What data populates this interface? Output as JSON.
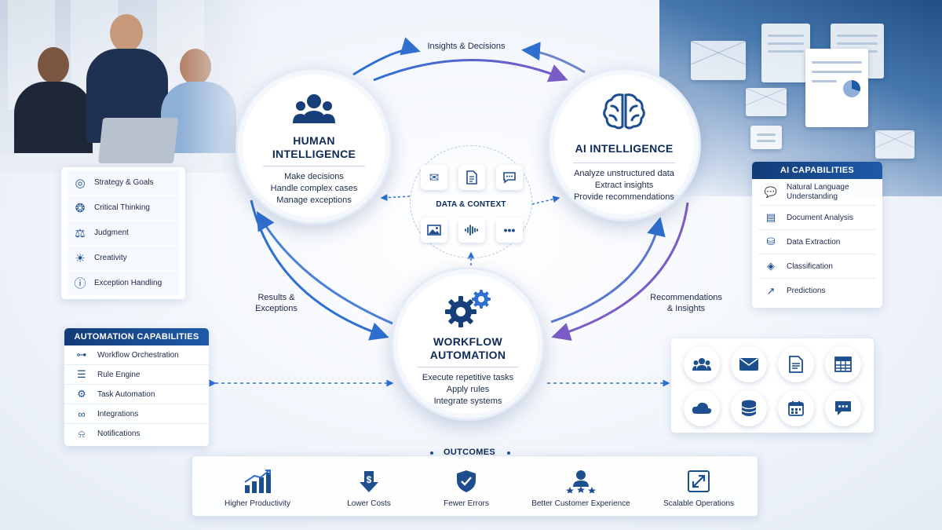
{
  "diagram": {
    "nodes": {
      "human": {
        "title_line1": "HUMAN",
        "title_line2": "INTELLIGENCE",
        "lines": [
          "Make decisions",
          "Handle complex cases",
          "Manage exceptions"
        ],
        "icon": "people-icon"
      },
      "ai": {
        "title": "AI INTELLIGENCE",
        "lines": [
          "Analyze unstructured data",
          "Extract insights",
          "Provide recommendations"
        ],
        "icon": "brain-icon"
      },
      "workflow": {
        "title_line1": "WORKFLOW",
        "title_line2": "AUTOMATION",
        "lines": [
          "Execute repetitive tasks",
          "Apply rules",
          "Integrate systems"
        ],
        "icon": "gears-icon"
      },
      "data_context": {
        "label": "DATA & CONTEXT",
        "icons": [
          "mail-icon",
          "document-icon",
          "chat-icon",
          "image-icon",
          "audio-wave-icon",
          "more-icon"
        ]
      }
    },
    "edges": [
      {
        "from": "human",
        "to": "ai",
        "label": "Insights & Decisions"
      },
      {
        "from": "workflow",
        "to": "human",
        "label_line1": "Results &",
        "label_line2": "Exceptions"
      },
      {
        "from": "ai",
        "to": "workflow",
        "label_line1": "Recommendations",
        "label_line2": "& Insights"
      }
    ]
  },
  "human_skills": [
    {
      "icon": "target-icon",
      "label": "Strategy & Goals"
    },
    {
      "icon": "brain-outline-icon",
      "label": "Critical Thinking"
    },
    {
      "icon": "scales-icon",
      "label": "Judgment"
    },
    {
      "icon": "lightbulb-icon",
      "label": "Creativity"
    },
    {
      "icon": "alert-icon",
      "label": "Exception Handling"
    }
  ],
  "ai_capabilities": {
    "title": "AI CAPABILITIES",
    "items": [
      {
        "icon": "chat-bubble-icon",
        "label_line1": "Natural Language",
        "label_line2": "Understanding"
      },
      {
        "icon": "document-icon",
        "label": "Document Analysis"
      },
      {
        "icon": "database-icon",
        "label": "Data Extraction"
      },
      {
        "icon": "tag-icon",
        "label": "Classification"
      },
      {
        "icon": "line-chart-icon",
        "label": "Predictions"
      }
    ]
  },
  "automation_capabilities": {
    "title": "AUTOMATION CAPABILITIES",
    "items": [
      {
        "icon": "flow-icon",
        "label": "Workflow Orchestration"
      },
      {
        "icon": "sliders-icon",
        "label": "Rule Engine"
      },
      {
        "icon": "robot-arm-icon",
        "label": "Task Automation"
      },
      {
        "icon": "link-icon",
        "label": "Integrations"
      },
      {
        "icon": "bell-icon",
        "label": "Notifications"
      }
    ]
  },
  "systems": [
    "users-icon",
    "mail-icon",
    "document-icon",
    "spreadsheet-icon",
    "cloud-icon",
    "database-icon",
    "calendar-icon",
    "chat-icon"
  ],
  "outcomes": {
    "title": "OUTCOMES",
    "items": [
      {
        "icon": "bar-growth-icon",
        "label": "Higher Productivity"
      },
      {
        "icon": "dollar-down-icon",
        "label": "Lower Costs"
      },
      {
        "icon": "shield-check-icon",
        "label": "Fewer Errors"
      },
      {
        "icon": "customer-stars-icon",
        "label": "Better Customer Experience"
      },
      {
        "icon": "expand-icon",
        "label": "Scalable Operations"
      }
    ]
  },
  "colors": {
    "navy": "#0d2a57",
    "blue": "#1d4f8f",
    "accent": "#2f6fcf",
    "purple": "#7b5cc6"
  }
}
